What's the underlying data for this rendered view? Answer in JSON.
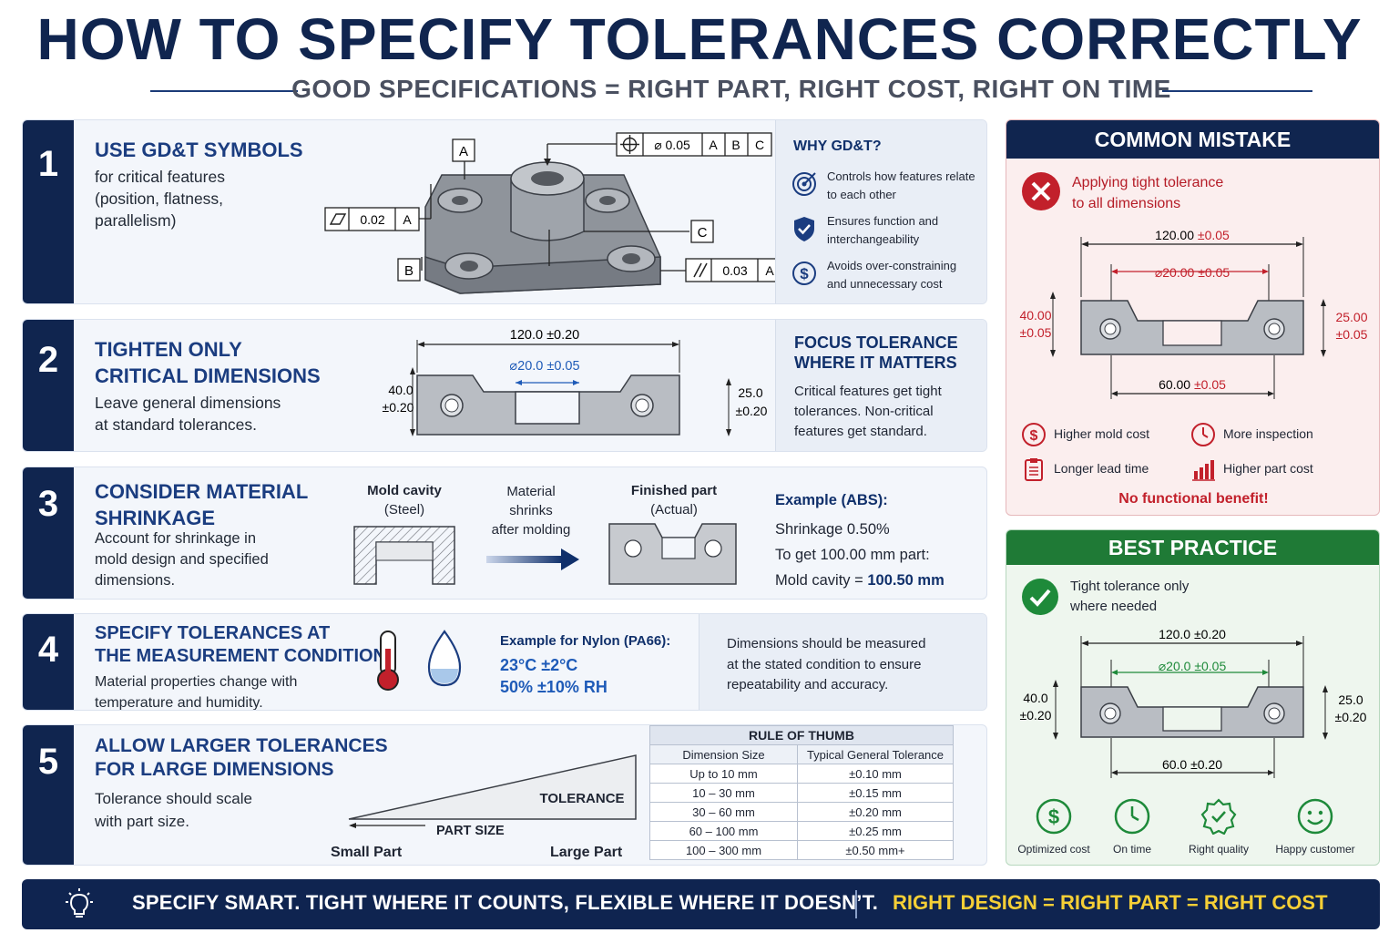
{
  "header": {
    "title": "HOW TO SPECIFY TOLERANCES CORRECTLY",
    "subtitle": "GOOD SPECIFICATIONS = RIGHT PART, RIGHT COST, RIGHT ON TIME"
  },
  "steps": [
    {
      "number": "1",
      "heading": "USE GD&T SYMBOLS",
      "text_lines": [
        "for critical features",
        "(position, flatness,",
        "parallelism)"
      ],
      "callouts": {
        "datum_a": "A",
        "datum_b": "B",
        "datum_c": "C",
        "position_value": "⌀ 0.05",
        "position_ref_a": "A",
        "position_ref_b": "B",
        "position_ref_c": "C",
        "flatness_value": "0.02",
        "flatness_ref": "A",
        "parallel_value": "0.03",
        "parallel_ref": "A"
      },
      "panel": {
        "title": "WHY GD&T?",
        "items": [
          {
            "icon": "target-icon",
            "lines": [
              "Controls how features relate",
              "to each other"
            ]
          },
          {
            "icon": "shield-check-icon",
            "lines": [
              "Ensures function and",
              "interchangeability"
            ]
          },
          {
            "icon": "dollar-icon",
            "lines": [
              "Avoids over-constraining",
              "and unnecessary cost"
            ]
          }
        ]
      }
    },
    {
      "number": "2",
      "heading_lines": [
        "TIGHTEN ONLY",
        "CRITICAL DIMENSIONS"
      ],
      "text_lines": [
        "Leave general dimensions",
        "at standard tolerances."
      ],
      "dims": {
        "width": "120.0 ±0.20",
        "hole": "⌀20.0 ±0.05",
        "left_value": "40.0",
        "left_tol": "±0.20",
        "right_value": "25.0",
        "right_tol": "±0.20"
      },
      "panel": {
        "title_lines": [
          "FOCUS TOLERANCE",
          "WHERE IT MATTERS"
        ],
        "text_lines": [
          "Critical features get tight",
          "tolerances. Non-critical",
          "features get standard."
        ]
      }
    },
    {
      "number": "3",
      "heading_lines": [
        "CONSIDER MATERIAL",
        "SHRINKAGE"
      ],
      "text_lines": [
        "Account for shrinkage in",
        "mold design and specified",
        "dimensions."
      ],
      "mold_label": "Mold cavity",
      "mold_sub": "(Steel)",
      "arrow_lines": [
        "Material",
        "shrinks",
        "after molding"
      ],
      "part_label": "Finished part",
      "part_sub": "(Actual)",
      "example_title": "Example (ABS):",
      "example_lines": [
        "Shrinkage 0.50%",
        "To get 100.00 mm part:"
      ],
      "cavity_prefix": "Mold cavity = ",
      "cavity_value": "100.50 mm"
    },
    {
      "number": "4",
      "heading_lines": [
        "SPECIFY TOLERANCES AT",
        "THE MEASUREMENT CONDITION"
      ],
      "text_lines": [
        "Material properties change with",
        "temperature and humidity."
      ],
      "example_title": "Example for Nylon (PA66):",
      "condition_lines": [
        "23°C ±2°C",
        "50% ±10% RH"
      ],
      "note_lines": [
        "Dimensions should be measured",
        "at the stated condition to ensure",
        "repeatability and accuracy."
      ]
    },
    {
      "number": "5",
      "heading_lines": [
        "ALLOW LARGER TOLERANCES",
        "FOR LARGE DIMENSIONS"
      ],
      "text_lines": [
        "Tolerance should scale",
        "with part size."
      ],
      "wedge_tolerance": "TOLERANCE",
      "wedge_part_size": "PART SIZE",
      "small_part": "Small Part",
      "large_part": "Large Part",
      "table": {
        "caption": "RULE OF THUMB",
        "headers": [
          "Dimension Size",
          "Typical General Tolerance"
        ],
        "rows": [
          [
            "Up to 10 mm",
            "±0.10 mm"
          ],
          [
            "10 – 30 mm",
            "±0.15 mm"
          ],
          [
            "30 – 60 mm",
            "±0.20 mm"
          ],
          [
            "60 – 100 mm",
            "±0.25 mm"
          ],
          [
            "100 – 300 mm",
            "±0.50 mm+"
          ]
        ]
      }
    }
  ],
  "mistake": {
    "header": "COMMON MISTAKE",
    "statement_lines": [
      "Applying tight tolerance",
      "to all dimensions"
    ],
    "dims": {
      "width_value": "120.00",
      "width_tol": "±0.05",
      "hole_value": "⌀20.00",
      "hole_tol": "±0.05",
      "left_value": "40.00",
      "left_tol": "±0.05",
      "right_value": "25.00",
      "right_tol": "±0.05",
      "bottom_value": "60.00",
      "bottom_tol": "±0.05"
    },
    "consequences": [
      {
        "icon": "dollar-icon",
        "label": "Higher mold cost"
      },
      {
        "icon": "clock-icon",
        "label": "More inspection"
      },
      {
        "icon": "clipboard-icon",
        "label": "Longer lead time"
      },
      {
        "icon": "bar-chart-icon",
        "label": "Higher part cost"
      }
    ],
    "conclusion": "No functional benefit!",
    "colors": {
      "accent": "#c2202b",
      "header": "#10254f",
      "bg": "#fbeeee"
    }
  },
  "best": {
    "header": "BEST PRACTICE",
    "statement_lines": [
      "Tight tolerance only",
      "where needed"
    ],
    "dims": {
      "width": "120.0 ±0.20",
      "hole": "⌀20.0 ±0.05",
      "left_value": "40.0",
      "left_tol": "±0.20",
      "right_value": "25.0",
      "right_tol": "±0.20",
      "bottom": "60.0 ±0.20"
    },
    "benefits": [
      {
        "icon": "dollar-icon",
        "label": "Optimized cost"
      },
      {
        "icon": "clock-icon",
        "label": "On time"
      },
      {
        "icon": "quality-badge-icon",
        "label": "Right quality"
      },
      {
        "icon": "smiley-icon",
        "label": "Happy customer"
      }
    ],
    "colors": {
      "accent": "#1e8a3a",
      "header": "#1f7a36",
      "bg": "#eef6ee"
    }
  },
  "footer": {
    "icon": "lightbulb-icon",
    "left": "SPECIFY SMART.  TIGHT WHERE IT COUNTS, FLEXIBLE WHERE IT DOESN’T.",
    "right": "RIGHT DESIGN = RIGHT PART = RIGHT COST"
  }
}
